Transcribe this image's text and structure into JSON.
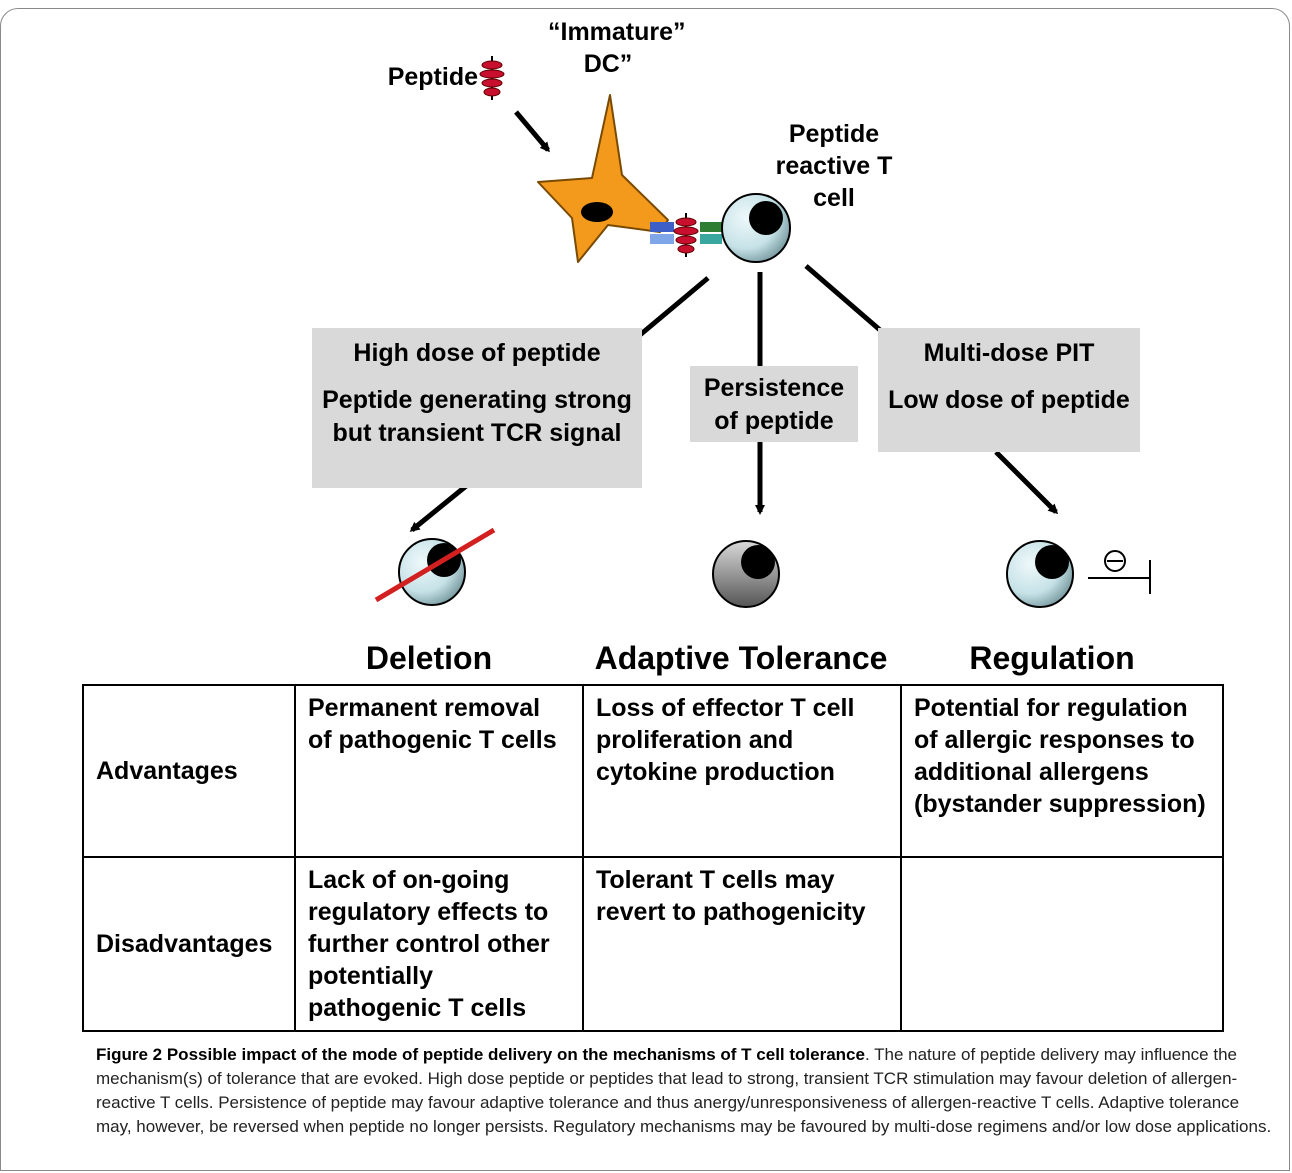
{
  "labels": {
    "peptide": "Peptide",
    "dc": "“Immature” DC”",
    "tcell": "Peptide reactive T cell"
  },
  "boxes": {
    "left": [
      "High dose of peptide",
      "Peptide generating strong but transient TCR signal"
    ],
    "middle": [
      "Persistence of peptide"
    ],
    "right": [
      "Multi-dose PIT",
      "Low dose of peptide"
    ]
  },
  "outcomes": [
    "Deletion",
    "Adaptive Tolerance",
    "Regulation"
  ],
  "table": {
    "rows": [
      {
        "label": "Advantages",
        "cells": [
          "Permanent removal of pathogenic T cells",
          "Loss of effector T cell proliferation and cytokine production",
          "Potential for regulation of allergic responses to additional allergens (bystander suppression)"
        ]
      },
      {
        "label": "Disadvantages",
        "cells": [
          "Lack of on-going regulatory effects to further control other potentially pathogenic T cells",
          "Tolerant T cells may revert to pathogenicity",
          ""
        ]
      }
    ]
  },
  "caption": {
    "title": "Figure 2 Possible impact of the mode of peptide delivery on the mechanisms of T cell tolerance",
    "body": ". The nature of peptide delivery may influence the mechanism(s) of tolerance that are evoked. High dose peptide or peptides that lead to strong, transient TCR stimulation may favour deletion of allergen-reactive T cells. Persistence of peptide may favour adaptive tolerance and thus anergy/unresponsiveness of allergen-reactive T cells. Adaptive tolerance may, however, be reversed when peptide no longer persists. Regulatory mechanisms may be favoured by multi-dose regimens and/or low dose applications."
  },
  "colors": {
    "dc_fill": "#f39a1c",
    "peptide_fill": "#c8102e",
    "cell_fill": "#cfe6ea",
    "anergic_fill": "#bdbdbd",
    "box_fill": "#d9d9d9",
    "deletion_line": "#d21f1f",
    "mhc_blue": "#3f5fc8",
    "tcr_green": "#2e7d32"
  },
  "icons": [
    "peptide-icon",
    "dendritic-cell-icon",
    "t-cell-icon",
    "deleted-t-cell-icon",
    "anergic-t-cell-icon",
    "regulatory-t-cell-icon",
    "inhibition-symbol-icon"
  ]
}
